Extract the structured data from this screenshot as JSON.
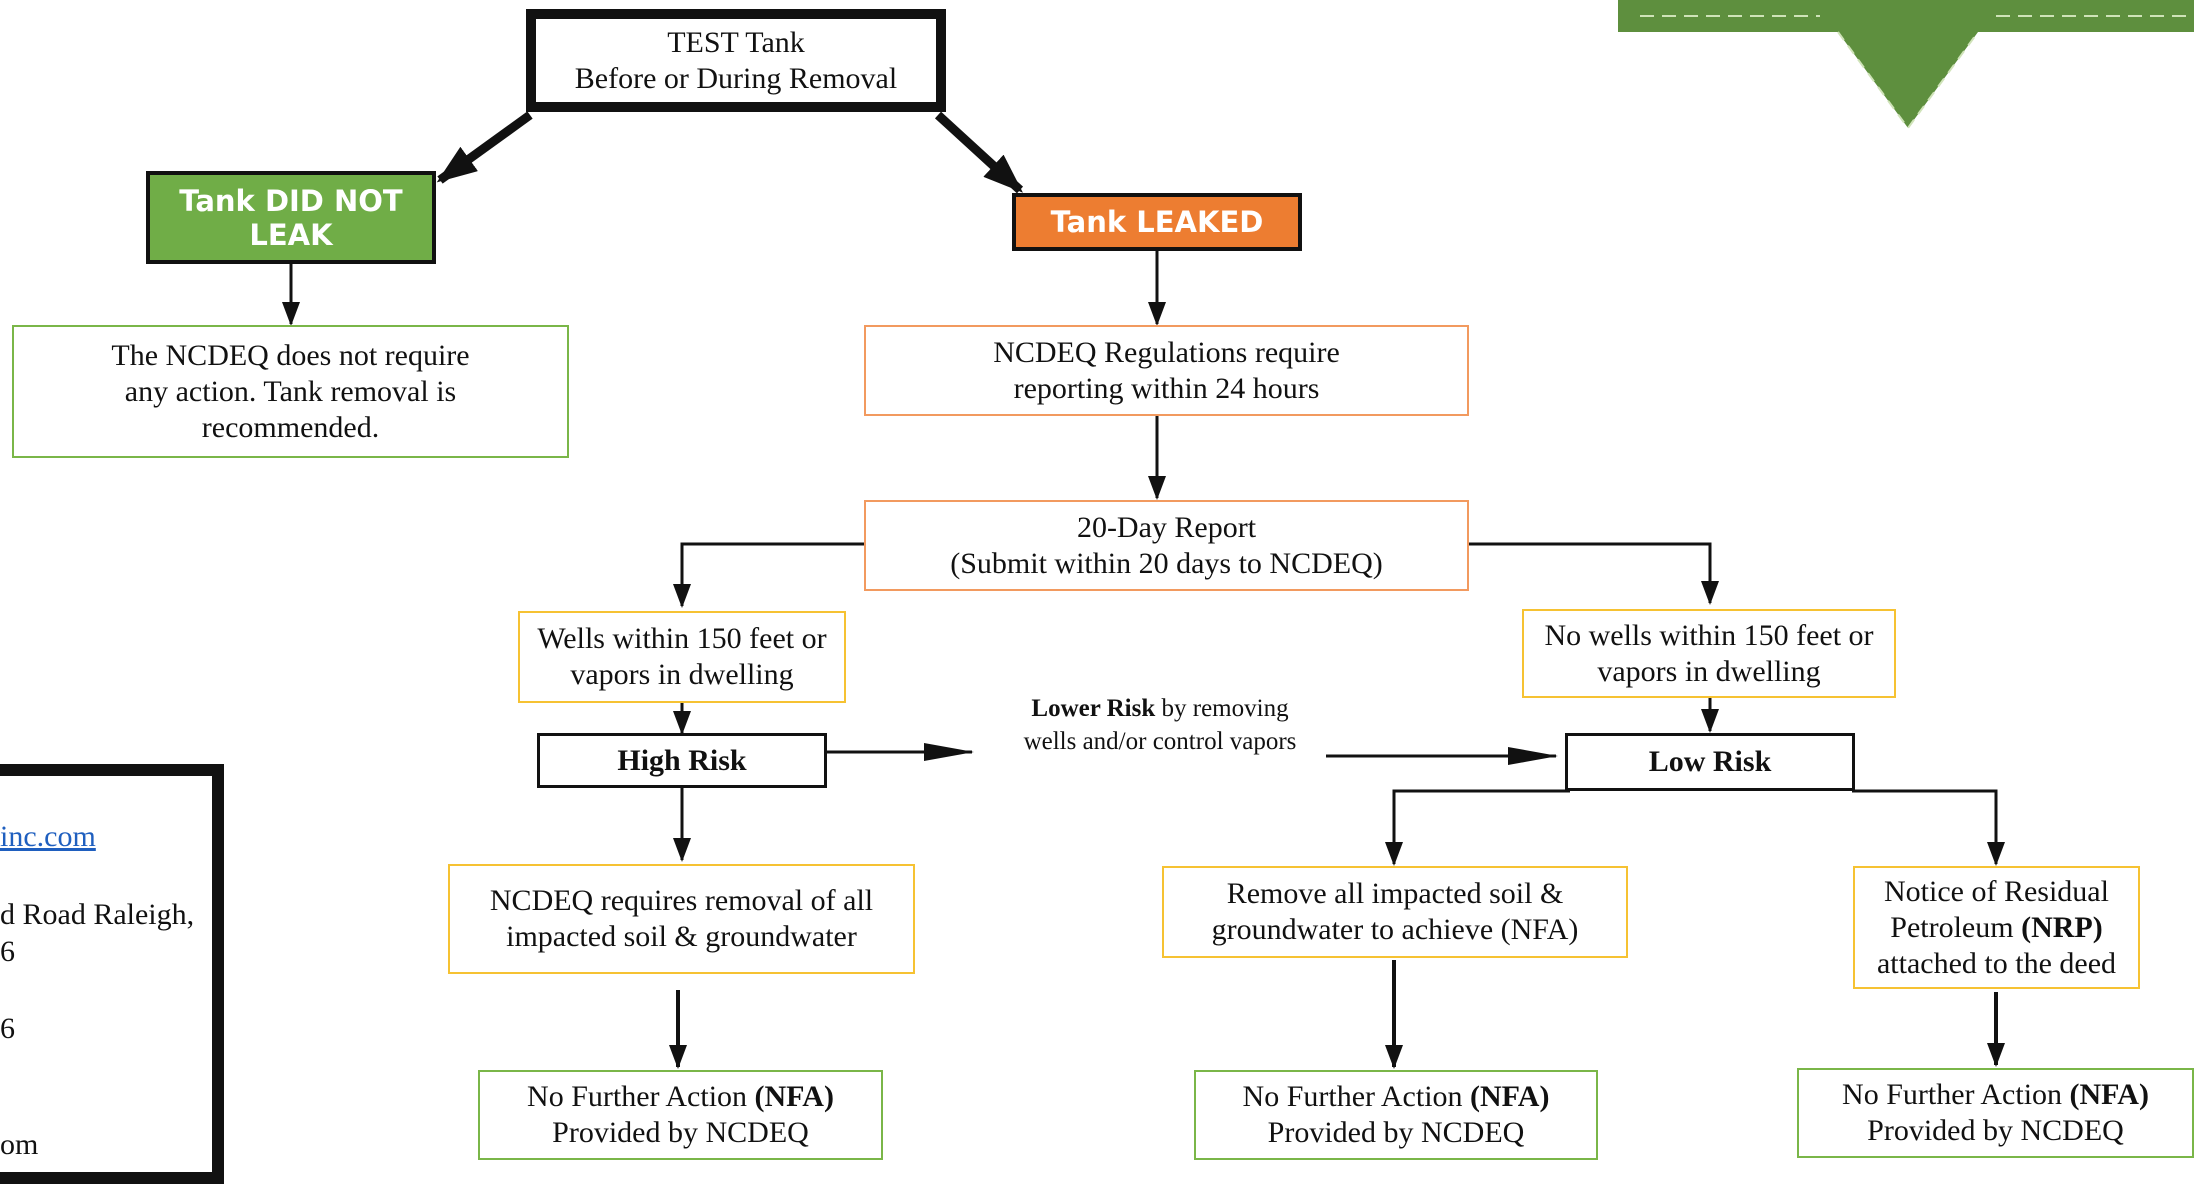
{
  "test_tank": {
    "line1": "TEST Tank",
    "line2": "Before or During Removal"
  },
  "no_leak": {
    "label_line1": "Tank DID NOT",
    "label_line2": "LEAK",
    "note_line1": "The NCDEQ does not require",
    "note_line2": "any action.  Tank removal is",
    "note_line3": "recommended.",
    "color": "#70ad47"
  },
  "leaked": {
    "label": "Tank LEAKED",
    "color": "#ed7d31"
  },
  "report24": {
    "line1": "NCDEQ Regulations require",
    "line2": "reporting within 24 hours"
  },
  "report20": {
    "line1": "20-Day Report",
    "line2": "(Submit within 20 days to NCDEQ)"
  },
  "wells_near": {
    "line1": "Wells within 150 feet or",
    "line2": "vapors in dwelling"
  },
  "wells_far": {
    "line1": "No wells within 150 feet or",
    "line2": "vapors in dwelling"
  },
  "high_risk": {
    "label": "High Risk"
  },
  "low_risk": {
    "label": "Low Risk"
  },
  "lower_risk_note": {
    "bold": "Lower Risk",
    "rest_line1": " by removing",
    "line2": "wells and/or control vapors"
  },
  "high_action": {
    "line1": "NCDEQ requires removal of all",
    "line2": "impacted soil & groundwater"
  },
  "low_action_remove": {
    "line1": "Remove all impacted soil &",
    "line2": "groundwater to achieve (NFA)"
  },
  "low_action_nrp": {
    "line1": "Notice of Residual",
    "line2_pre": "Petroleum ",
    "line2_bold": "(NRP)",
    "line3": "attached to the deed"
  },
  "nfa": {
    "pre": "No Further Action ",
    "bold": "(NFA)",
    "line2": "Provided by NCDEQ"
  },
  "contact": {
    "email_fragment": "inc.com",
    "address_line1": "d Road Raleigh,",
    "address_line2": "6",
    "phone_fragment": "6",
    "web_fragment": "om"
  }
}
